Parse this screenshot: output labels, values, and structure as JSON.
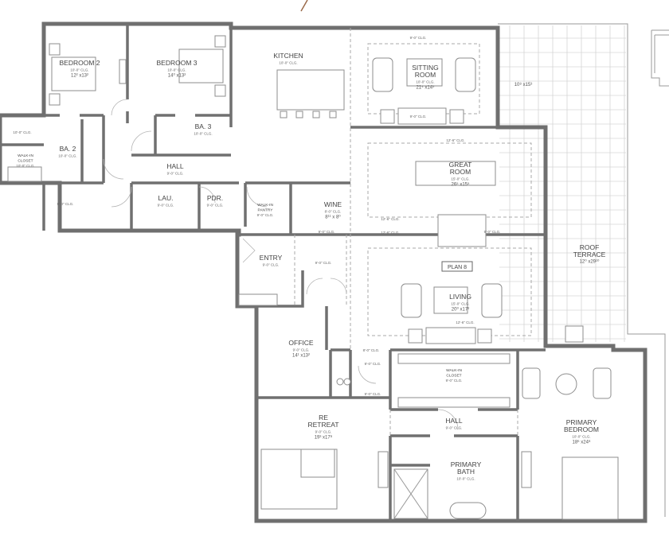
{
  "plan_label": "PLAN 8",
  "rooms": [
    {
      "id": "bedroom-2",
      "name": [
        "BEDROOM 2"
      ],
      "ceiling": "10'-0\" CLG.",
      "dims": "12² x13²"
    },
    {
      "id": "bedroom-3",
      "name": [
        "BEDROOM 3"
      ],
      "ceiling": "10'-0\" CLG.",
      "dims": "14⁰ x13²"
    },
    {
      "id": "ba-3",
      "name": [
        "BA. 3"
      ],
      "ceiling": "10'-0\" CLG.",
      "dims": ""
    },
    {
      "id": "ba-2",
      "name": [
        "BA. 2"
      ],
      "ceiling": "10'-0\" CLG.",
      "dims": ""
    },
    {
      "id": "ba-2-wc",
      "name": [],
      "ceiling": "10'-0\" CLG.",
      "dims": ""
    },
    {
      "id": "walk-in-closet-2",
      "name": [
        "WALK-IN",
        "CLOSET"
      ],
      "ceiling": "10'-0\" CLG.",
      "dims": "",
      "small": true
    },
    {
      "id": "hall-1",
      "name": [
        "HALL"
      ],
      "ceiling": "9'-0\" CLG.",
      "dims": ""
    },
    {
      "id": "storage",
      "name": [],
      "ceiling": "9'-0\" CLG.",
      "dims": ""
    },
    {
      "id": "laundry",
      "name": [
        "LAU."
      ],
      "ceiling": "9'-0\" CLG.",
      "dims": ""
    },
    {
      "id": "powder",
      "name": [
        "PDR."
      ],
      "ceiling": "9'-0\" CLG.",
      "dims": ""
    },
    {
      "id": "kitchen",
      "name": [
        "KITCHEN"
      ],
      "ceiling": "10'-0\" CLG.",
      "dims": ""
    },
    {
      "id": "walk-in-pantry",
      "name": [
        "WALK-IN",
        "PANTRY"
      ],
      "ceiling": "9'-0\" CLG.",
      "dims": "",
      "small": true
    },
    {
      "id": "wine",
      "name": [
        "WINE"
      ],
      "ceiling": "8'-0\" CLG.",
      "dims": "8¹¹ x 8⁰"
    },
    {
      "id": "sitting-room",
      "name": [
        "SITTING",
        "ROOM"
      ],
      "ceiling": "10'-0\" CLG.",
      "dims": "21⁴ x14⁵"
    },
    {
      "id": "great-room",
      "name": [
        "GREAT",
        "ROOM"
      ],
      "ceiling": "15'-0\" CLG.",
      "dims": "26⁵ x15⁵"
    },
    {
      "id": "terrace-upper",
      "name": [],
      "ceiling": "",
      "dims": "10⁸ x15³"
    },
    {
      "id": "entry",
      "name": [
        "ENTRY"
      ],
      "ceiling": "9'-0\" CLG.",
      "dims": ""
    },
    {
      "id": "foyer",
      "name": [],
      "ceiling": "9'-0\" CLG.",
      "dims": ""
    },
    {
      "id": "living",
      "name": [
        "LIVING"
      ],
      "ceiling": "15'-0\" CLG.",
      "dims": "20⁰ x17²"
    },
    {
      "id": "roof-terrace",
      "name": [
        "ROOF",
        "TERRACE"
      ],
      "ceiling": "",
      "dims": "12⁰ x29¹⁰"
    },
    {
      "id": "office",
      "name": [
        "OFFICE"
      ],
      "ceiling": "9'-0\" CLG.",
      "dims": "14¹ x13²"
    },
    {
      "id": "walk-in-closet-primary",
      "name": [
        "WALK-IN",
        "CLOSET"
      ],
      "ceiling": "9'-0\" CLG.",
      "dims": "",
      "small": true
    },
    {
      "id": "hall-2",
      "name": [
        "HALL"
      ],
      "ceiling": "9'-0\" CLG.",
      "dims": ""
    },
    {
      "id": "retreat",
      "name": [
        "RE",
        "RETREAT"
      ],
      "ceiling": "9'-0\" CLG.",
      "dims": "19³ x17⁸"
    },
    {
      "id": "primary-bath",
      "name": [
        "PRIMARY",
        "BATH"
      ],
      "ceiling": "10'-0\" CLG.",
      "dims": ""
    },
    {
      "id": "primary-bedroom",
      "name": [
        "PRIMARY",
        "BEDROOM"
      ],
      "ceiling": "10'-0\" CLG.",
      "dims": "18⁶ x24⁸"
    }
  ],
  "ceiling_notes": [
    "9'-0\" CLG.",
    "9'-0\" CLG.",
    "12'-6\" CLG.",
    "12'-6\" CLG.",
    "9'-0\" CLG.",
    "9'-0\" CLG.",
    "12'-6\" CLG.",
    "12'-6\" CLG.",
    "8'-0\" CLG.",
    "9'-0\" CLG.",
    "9'-0\" CLG."
  ],
  "colors": {
    "walls": "#6f6f6f",
    "background": "#ffffff",
    "grid": "#d6d6d6"
  }
}
